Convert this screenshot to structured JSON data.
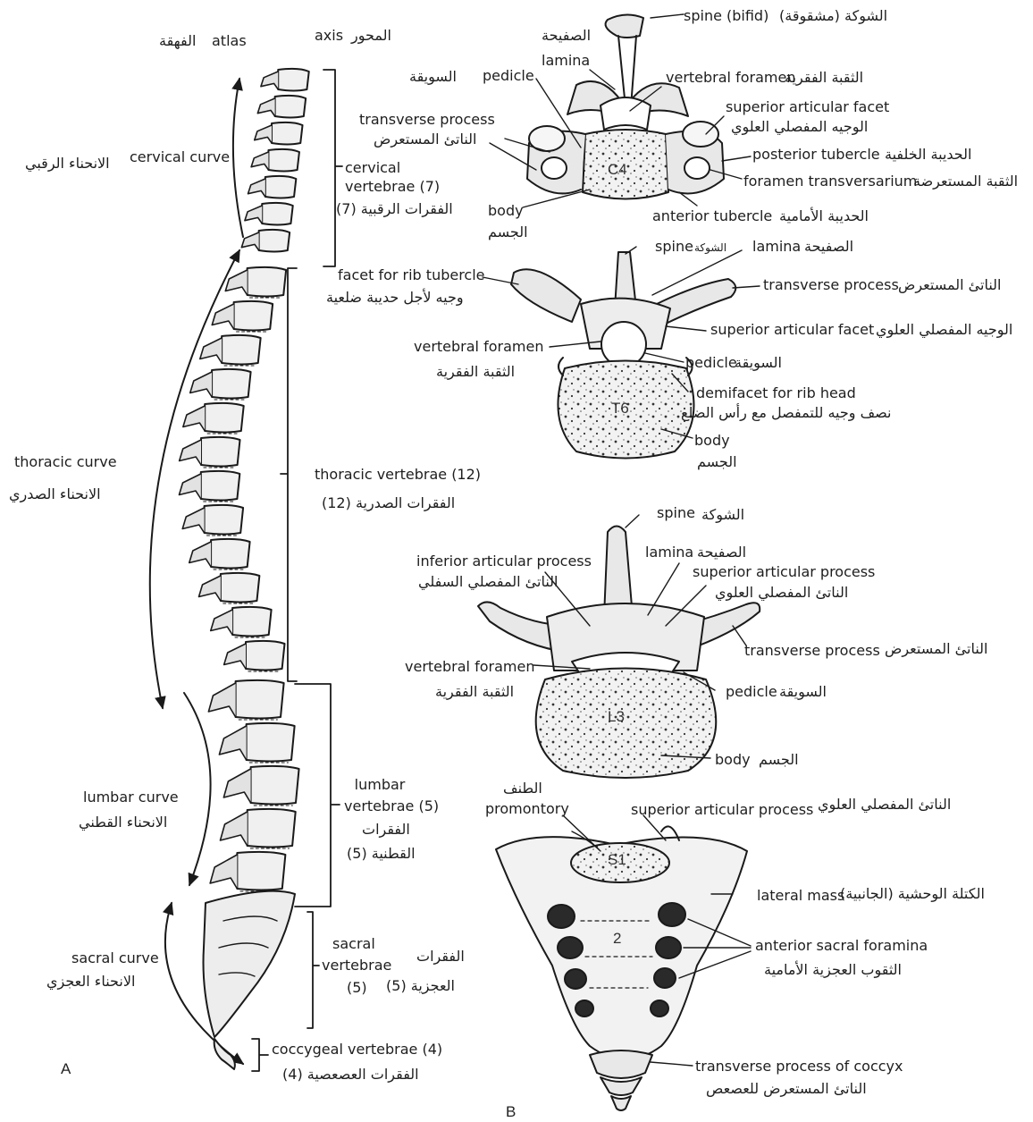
{
  "panels": {
    "a": "A",
    "b": "B"
  },
  "spine": {
    "atlas": {
      "en": "atlas",
      "ar": "الفهقة"
    },
    "axis": {
      "en": "axis",
      "ar": "المحور"
    },
    "cervical_curve": {
      "en": "cervical curve",
      "ar": "الانحناء الرقبي"
    },
    "cervical_vertebrae": {
      "en1": "cervical",
      "en2": "vertebrae (7)",
      "ar": "الفقرات الرقبية (7)"
    },
    "thoracic_curve": {
      "en": "thoracic curve",
      "ar": "الانحناء الصدري"
    },
    "thoracic_vertebrae": {
      "en": "thoracic vertebrae (12)",
      "ar": "الفقرات الصدرية (12)"
    },
    "lumbar_curve": {
      "en": "lumbar curve",
      "ar": "الانحناء القطني"
    },
    "lumbar_vertebrae": {
      "en1": "lumbar",
      "en2": "vertebrae (5)",
      "ar1": "الفقرات",
      "ar2": "القطنية (5)"
    },
    "sacral_curve": {
      "en": "sacral curve",
      "ar": "الانحناء العجزي"
    },
    "sacral_vertebrae": {
      "en1": "sacral",
      "en2": "vertebrae",
      "en3": "(5)",
      "ar1": "الفقرات",
      "ar2": "العجزية (5)"
    },
    "coccygeal_vertebrae": {
      "en": "coccygeal vertebrae (4)",
      "ar": "الفقرات العصعصية (4)"
    }
  },
  "c4": {
    "id": "C4",
    "spine": {
      "en": "spine (bifid)",
      "ar": "الشوكة (مشقوقة)"
    },
    "lamina": {
      "en": "lamina",
      "ar": "الصفيحة"
    },
    "pedicle": {
      "en": "pedicle",
      "ar": "السويقة"
    },
    "vertebral_foramen": {
      "en": "vertebral foramen",
      "ar": "الثقبة الفقرية"
    },
    "transverse_process": {
      "en": "transverse process",
      "ar": "الناتئ المستعرض"
    },
    "superior_articular_facet": {
      "en": "superior articular facet",
      "ar": "الوجيه المفصلي العلوي"
    },
    "posterior_tubercle": {
      "en": "posterior tubercle",
      "ar": "الحديبة الخلفية"
    },
    "foramen_transversarium": {
      "en": "foramen transversarium",
      "ar": "الثقبة المستعرضة"
    },
    "body": {
      "en": "body",
      "ar": "الجسم"
    },
    "anterior_tubercle": {
      "en": "anterior tubercle",
      "ar": "الحديبة الأمامية"
    }
  },
  "t6": {
    "id": "T6",
    "spine": {
      "en": "spine",
      "ar": "الشوكة"
    },
    "lamina": {
      "en": "lamina",
      "ar": "الصفيحة"
    },
    "facet_rib_tubercle": {
      "en": "facet for rib tubercle",
      "ar": "وجيه لأجل حديبة ضلعية"
    },
    "transverse_process": {
      "en": "transverse process",
      "ar": "الناتئ المستعرض"
    },
    "superior_articular_facet": {
      "en": "superior articular facet",
      "ar": "الوجيه المفصلي العلوي"
    },
    "vertebral_foramen": {
      "en": "vertebral foramen",
      "ar": "الثقبة الفقرية"
    },
    "pedicle": {
      "en": "pedicle",
      "ar": "السويقة"
    },
    "demifacet": {
      "en": "demifacet for rib head",
      "ar": "نصف وجيه للتمفصل مع رأس الضلع"
    },
    "body": {
      "en": "body",
      "ar": "الجسم"
    }
  },
  "l3": {
    "id": "L3",
    "spine": {
      "en": "spine",
      "ar": "الشوكة"
    },
    "inferior_articular_process": {
      "en": "inferior articular process",
      "ar": "الناتئ المفصلي السفلي"
    },
    "lamina": {
      "en": "lamina",
      "ar": "الصفيحة"
    },
    "superior_articular_process": {
      "en": "superior articular process",
      "ar": "الناتئ المفصلي العلوي"
    },
    "transverse_process": {
      "en": "transverse process",
      "ar": "الناتئ المستعرض"
    },
    "vertebral_foramen": {
      "en": "vertebral foramen",
      "ar": "الثقبة الفقرية"
    },
    "pedicle": {
      "en": "pedicle",
      "ar": "السويقة"
    },
    "body": {
      "en": "body",
      "ar": "الجسم"
    }
  },
  "sacrum": {
    "s1": "S1",
    "s2": "2",
    "promontory": {
      "en": "promontory",
      "ar": "الطنف"
    },
    "superior_articular_process": {
      "en": "superior articular process",
      "ar": "الناتئ المفصلي العلوي"
    },
    "lateral_mass": {
      "en": "lateral mass",
      "ar": "الكتلة الوحشية (الجانبية)"
    },
    "anterior_sacral_foramina": {
      "en": "anterior sacral foramina",
      "ar": "الثقوب العجزية الأمامية"
    },
    "transverse_process_coccyx": {
      "en": "transverse process of coccyx",
      "ar": "الناتئ المستعرض للعصعص"
    }
  }
}
